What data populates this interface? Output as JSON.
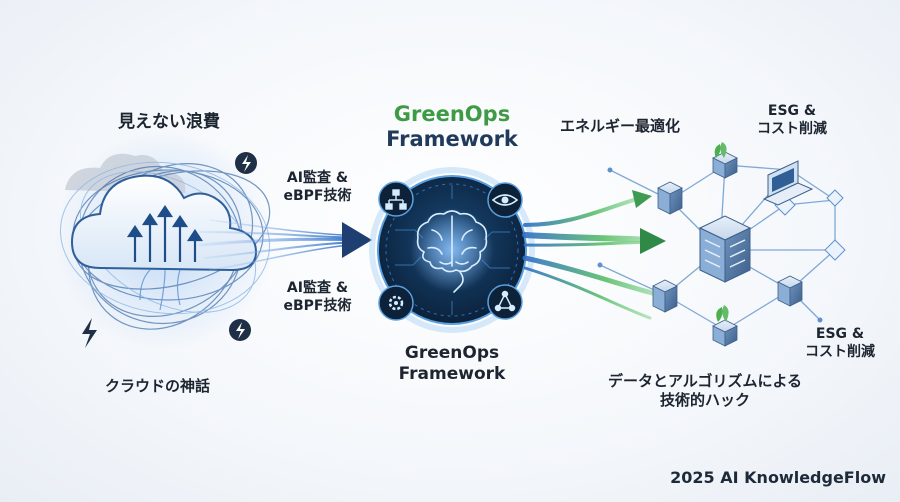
{
  "left": {
    "heading": "見えない浪費",
    "caption": "クラウドの神話"
  },
  "flow": {
    "tech_top_line1": "AI監査 &",
    "tech_top_line2": "eBPF技術",
    "tech_bottom_line1": "AI監査 &",
    "tech_bottom_line2": "eBPF技術"
  },
  "center": {
    "title_line1": "GreenOps",
    "title_line2": "Framework",
    "subtitle_line1": "GreenOps",
    "subtitle_line2": "Framework"
  },
  "right": {
    "energy_label": "エネルギー最適化",
    "esg_top_line1": "ESG &",
    "esg_top_line2": "コスト削減",
    "esg_bottom_line1": "ESG &",
    "esg_bottom_line2": "コスト削減",
    "data_line1": "データとアルゴリズムによる",
    "data_line2": "技術的ハック"
  },
  "footer": {
    "credit": "2025 AI KnowledgeFlow"
  },
  "icons": [
    "lightning-bolt-icon",
    "cloud-icon",
    "brain-icon",
    "network-icon",
    "eye-icon",
    "gear-icon",
    "share-icon",
    "server-icon",
    "laptop-icon",
    "plant-icon"
  ],
  "colors": {
    "green_title": "#3f9a45",
    "navy_title": "#1f3a5a",
    "flow_blue": "#2f6fc7",
    "flow_green": "#5bbf6a",
    "circle_dark": "#0e2a48"
  }
}
